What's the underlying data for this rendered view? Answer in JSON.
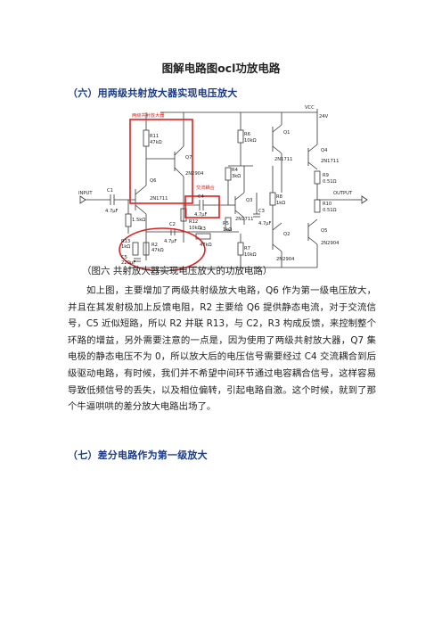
{
  "title": "图解电路图ocl功放电路",
  "section6_heading": "（六）用两级共射放大器实现电压放大",
  "figure": {
    "labels": {
      "vcc": "VCC",
      "v24": "24V",
      "red_box1": "两级共射放大器",
      "red_box2": "交流耦合",
      "input": "INPUT",
      "output": "OUTPUT",
      "c1": "C1",
      "c1v": "4.7μF",
      "r1": "R1",
      "r1v": "1.5kΩ",
      "r11": "R11",
      "r11v": "47kΩ",
      "q6": "Q6",
      "q6t": "2N1711",
      "q7": "Q7",
      "q7t": "2N2904",
      "c4": "C4",
      "c4v": "4.7μF",
      "r12": "R12",
      "r12v": "10kΩ",
      "r6": "R6",
      "r6v": "10kΩ",
      "r4": "R4",
      "r4v": "3kΩ",
      "q3": "Q3",
      "q3t": "2N1711",
      "c3": "C3",
      "c3v": "4.7μF",
      "r5": "R5",
      "r5v": "1kΩ",
      "q1": "Q1",
      "q1t": "2N1711",
      "q2": "Q2",
      "q2t": "2N2904",
      "r8": "R8",
      "r8v": "1kΩ",
      "r7": "R7",
      "r7v": "10kΩ",
      "q4": "Q4",
      "q4t": "2N1711",
      "r9": "R9",
      "r9v": "0.51Ω",
      "r10": "R10",
      "r10v": "0.51Ω",
      "q5": "Q5",
      "q5t": "2N2904",
      "c2": "C2",
      "c2v": "4.7μF",
      "r3": "R3",
      "r3v": "47kΩ",
      "r13": "R13",
      "r13v": "1kΩ",
      "r2": "R2",
      "r2v": "47kΩ",
      "c5": "C5",
      "c5v": "220μF"
    }
  },
  "caption": "（图六 共射放大器实现电压放大的功放电路）",
  "paragraph": "如上图，主要增加了两级共射级放大电路，Q6 作为第一级电压放大，并且在其发射极加上反馈电阻，R2 主要给 Q6 提供静态电流，对于交流信号，C5 近似短路，所以 R2 并联 R13，与 C2，R3 构成反馈，来控制整个环路的增益，另外需要注意的一点是，因为使用了两级共射放大器，Q7 集电极的静态电压不为 0，所以放大后的电压信号需要经过 C4 交流耦合到后级驱动电路，有时候，我们并不希望中间环节通过电容耦合信号，这样容易导致低频信号的丢失，以及相位偏转，引起电路自激。这个时候，就到了那个牛逼哄哄的差分放大电路出场了。",
  "section7_heading": "（七）差分电路作为第一级放大",
  "colors": {
    "heading": "#1a3a8a",
    "red": "#e02020",
    "wire": "#333333"
  }
}
